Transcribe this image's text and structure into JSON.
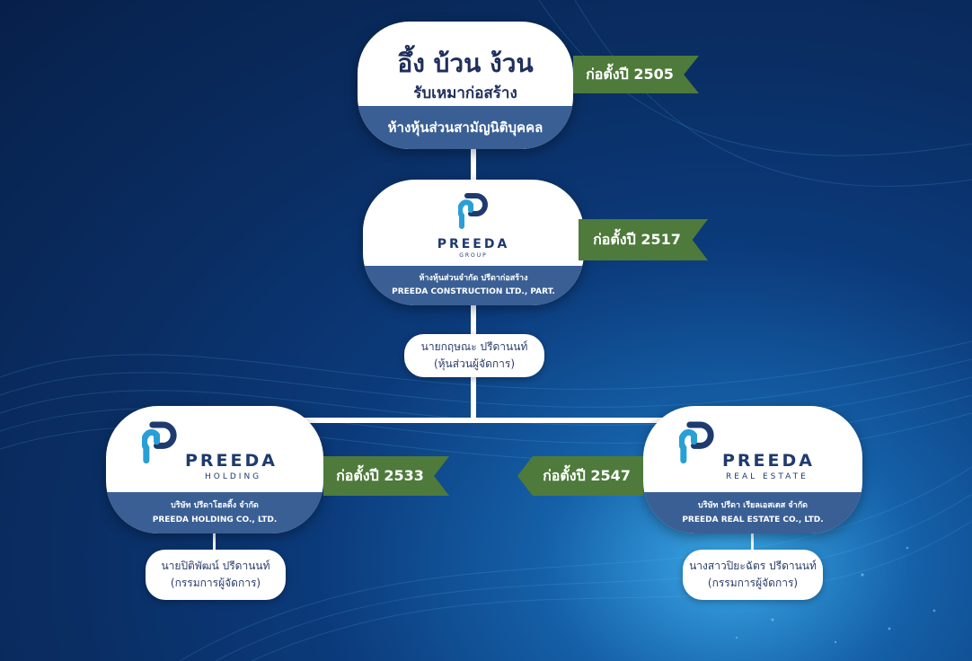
{
  "root": {
    "title": "อึ้ง บ้วน ง้วน",
    "subtitle": "รับเหมาก่อสร้าง",
    "band": "ห้างหุ้นส่วนสามัญนิติบุคคล",
    "founded": "ก่อตั้งปี 2505"
  },
  "group": {
    "brand": "PREEDA",
    "brand_sub": "GROUP",
    "band_line1": "ห้างหุ้นส่วนจำกัด ปรีดาก่อสร้าง",
    "band_line2": "PREEDA CONSTRUCTION LTD., PART.",
    "founded": "ก่อตั้งปี 2517",
    "person_name": "นายกฤษณะ ปรีดานนท์",
    "person_role": "(หุ้นส่วนผู้จัดการ)"
  },
  "holding": {
    "brand": "PREEDA",
    "brand_sub": "HOLDING",
    "band_line1": "บริษัท ปรีดาโฮลดิ้ง จำกัด",
    "band_line2": "PREEDA HOLDING CO., LTD.",
    "founded": "ก่อตั้งปี 2533",
    "person_name": "นายปิติพัฒน์ ปรีดานนท์",
    "person_role": "(กรรมการผู้จัดการ)"
  },
  "realestate": {
    "brand": "PREEDA",
    "brand_sub": "REAL ESTATE",
    "band_line1": "บริษัท ปรีดา เรียลเอสเตส จำกัด",
    "band_line2": "PREEDA REAL ESTATE CO., LTD.",
    "founded": "ก่อตั้งปี 2547",
    "person_name": "นางสาวปิยะฉัตร ปรีดานนท์",
    "person_role": "(กรรมการผู้จัดการ)"
  },
  "colors": {
    "band": "#3a5f94",
    "ribbon": "#4e7a3b",
    "logo_dark": "#1f3a6e",
    "logo_light": "#2a9fd6"
  }
}
